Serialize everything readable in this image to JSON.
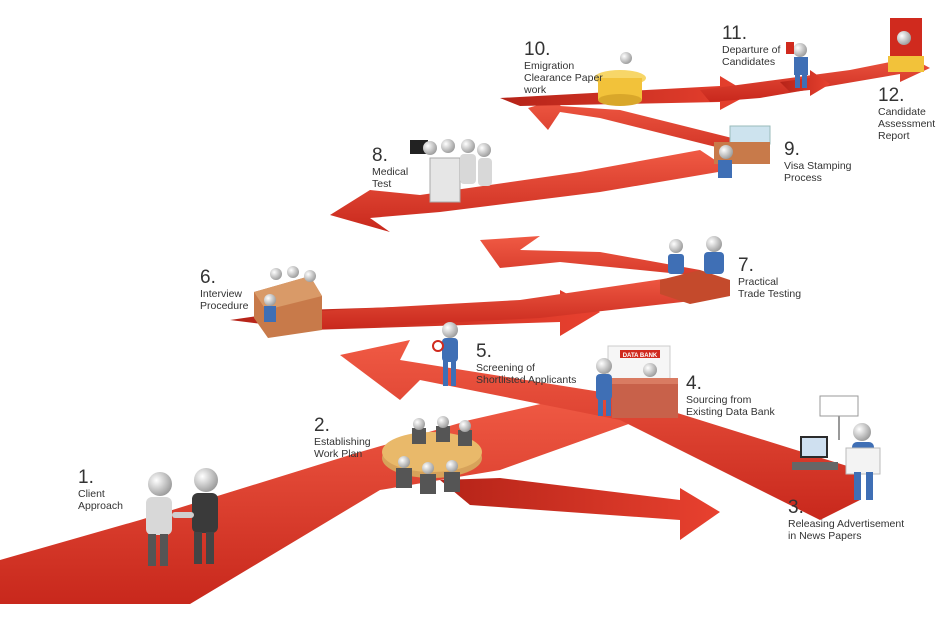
{
  "steps": [
    {
      "num": "1.",
      "label": "Client\nApproach"
    },
    {
      "num": "2.",
      "label": "Establishing\nWork Plan"
    },
    {
      "num": "3.",
      "label": "Releasing Advertisement\nin News Papers"
    },
    {
      "num": "4.",
      "label": "Sourcing from\nExisting Data Bank"
    },
    {
      "num": "5.",
      "label": "Screening of\nShortlisted Applicants"
    },
    {
      "num": "6.",
      "label": "Interview\nProcedure"
    },
    {
      "num": "7.",
      "label": "Practical\nTrade Testing"
    },
    {
      "num": "8.",
      "label": "Medical\nTest"
    },
    {
      "num": "9.",
      "label": "Visa Stamping\nProcess"
    },
    {
      "num": "10.",
      "label": "Emigration\nClearance Paper\nwork"
    },
    {
      "num": "11.",
      "label": "Departure of\nCandidates"
    },
    {
      "num": "12.",
      "label": "Candidate\nAssessment\nReport"
    }
  ],
  "props": {
    "databank_sign": "DATA BANK",
    "colors": {
      "arrow": "#e23b2c",
      "arrow_dark": "#a81c14",
      "figure": "#d9d9d9",
      "shirt": "#3f6fb5",
      "desk": "#c87a4a",
      "gold": "#f2c23a"
    }
  }
}
